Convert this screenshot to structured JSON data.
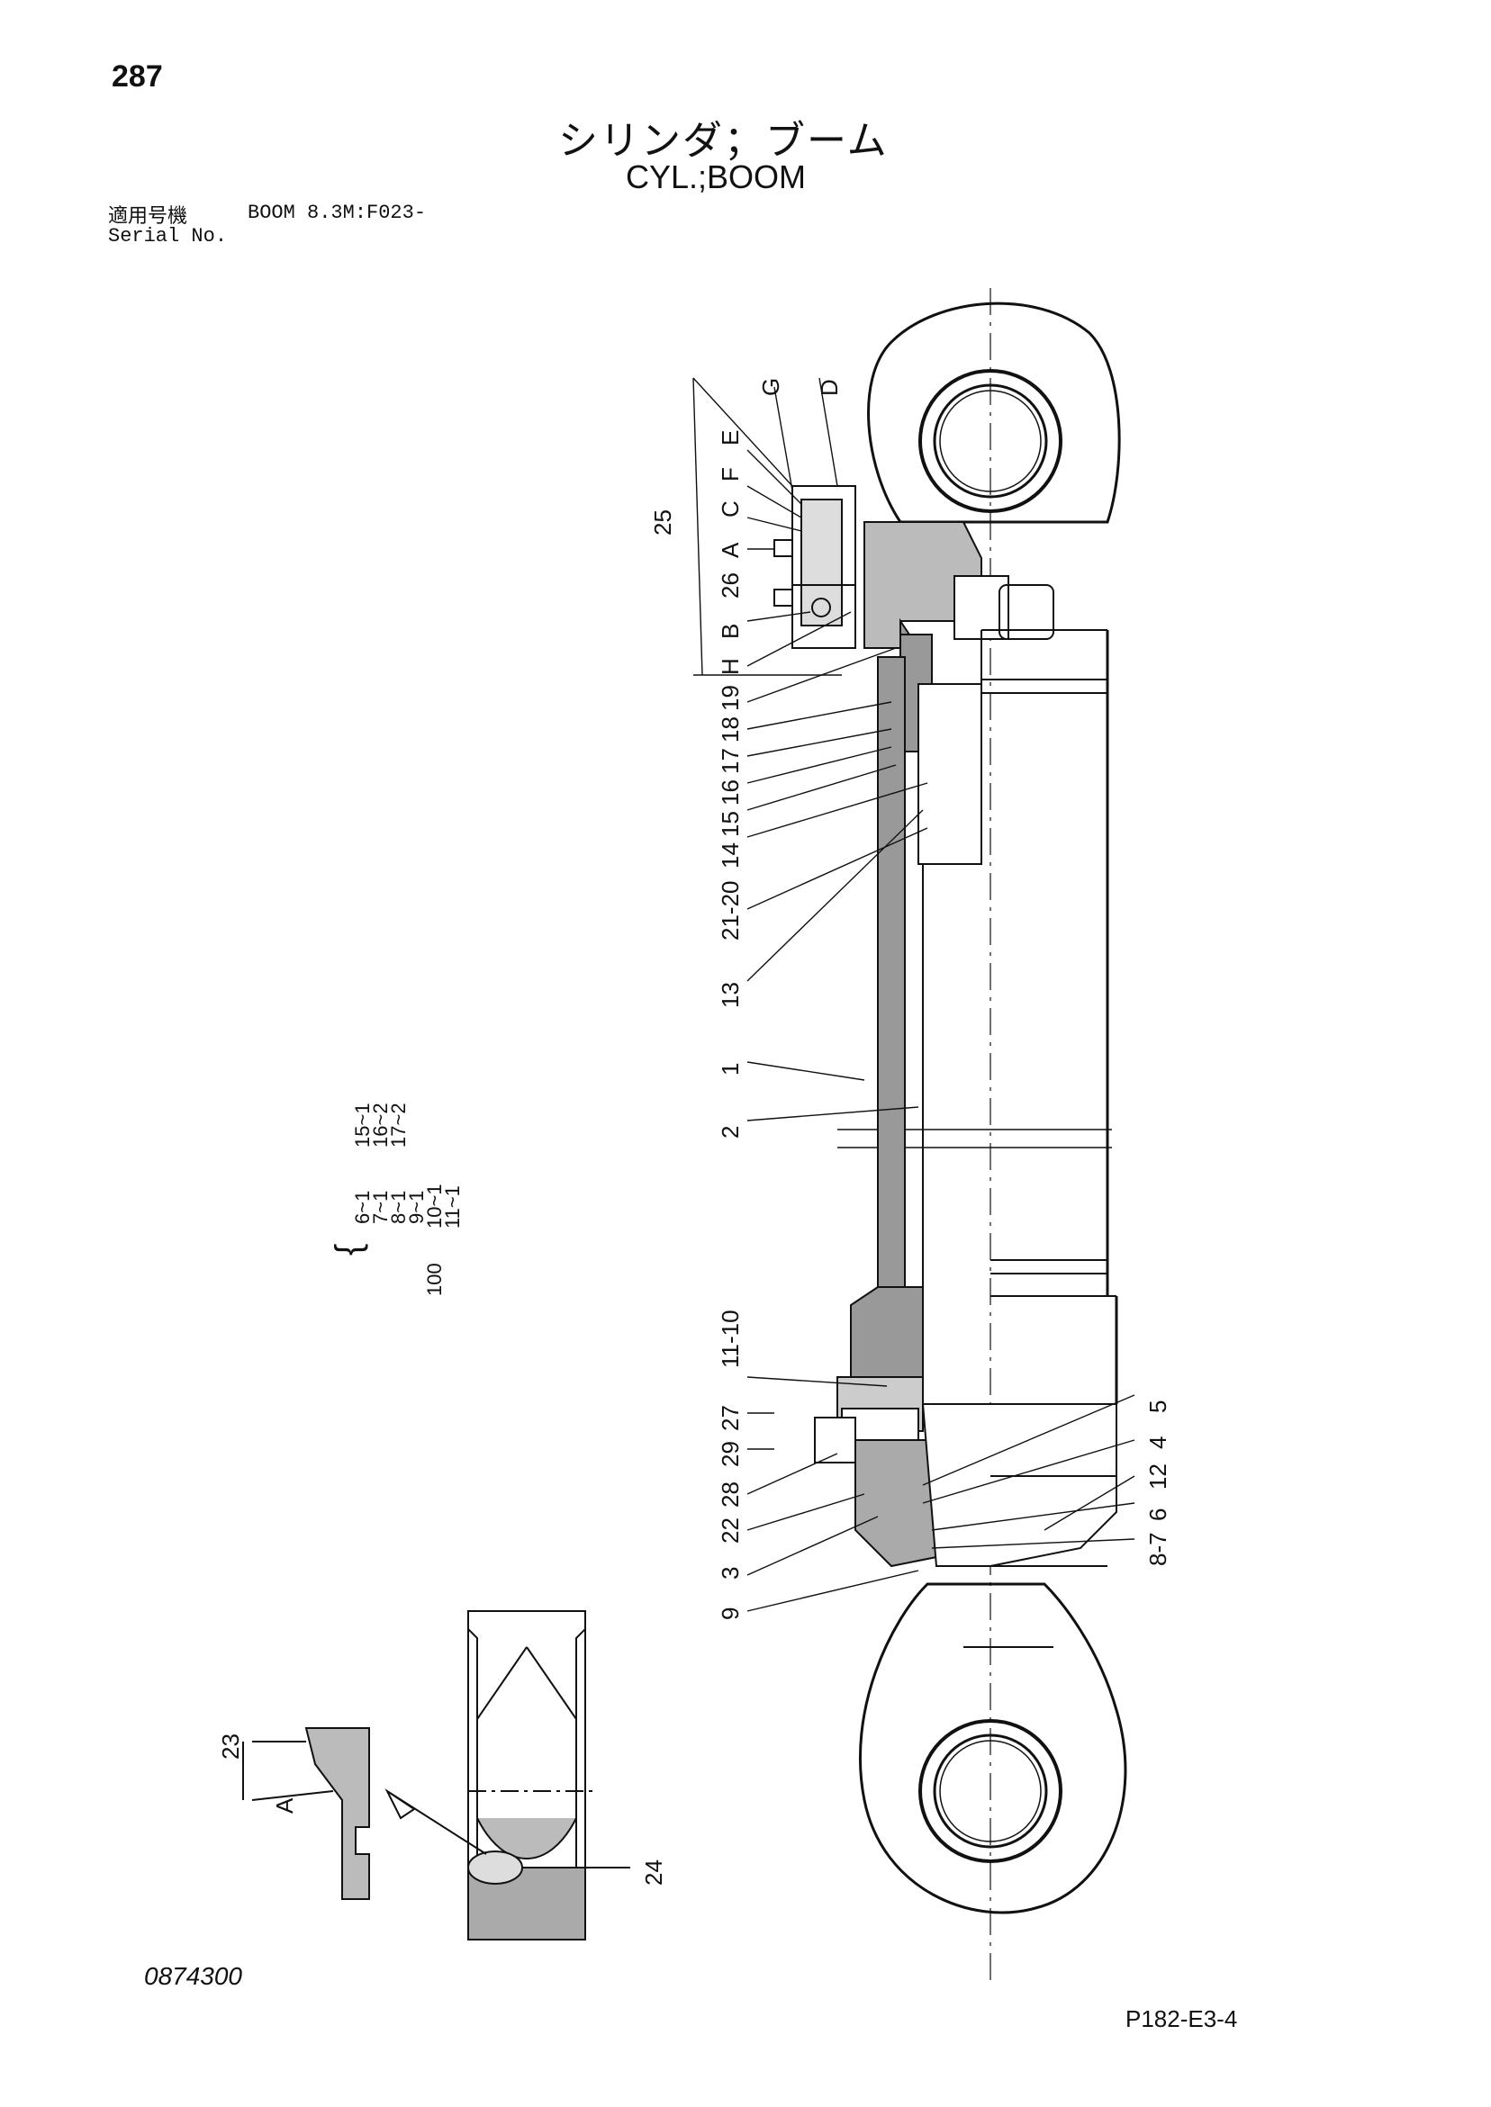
{
  "header": {
    "page_number": "287",
    "title_jp": "シリンダ；ブーム",
    "title_en": "CYL.;BOOM",
    "model_label": "適用号機",
    "model_value": "BOOM  8.3M:F023-",
    "serial_label": "Serial No."
  },
  "footer": {
    "doc_number": "0874300",
    "page_code": "P182-E3-4"
  },
  "callouts": {
    "top": [
      "G",
      "D",
      "E",
      "F",
      "C",
      "25",
      "A",
      "26",
      "B",
      "H"
    ],
    "rod_head": [
      "19",
      "18",
      "17",
      "16",
      "15",
      "14",
      "21-20",
      "13"
    ],
    "tube": [
      "1",
      "2"
    ],
    "bottom": [
      "11-10",
      "27",
      "29",
      "28",
      "22",
      "3",
      "9"
    ],
    "right": [
      "5",
      "4",
      "12",
      "6",
      "8-7"
    ],
    "detail": [
      "23",
      "A",
      "24"
    ]
  },
  "kit": {
    "number": "100",
    "col1": [
      "6~1",
      "7~1",
      "8~1",
      "9~1",
      "10~1",
      "11~1"
    ],
    "col2": [
      "15~1",
      "16~2",
      "17~2"
    ]
  }
}
